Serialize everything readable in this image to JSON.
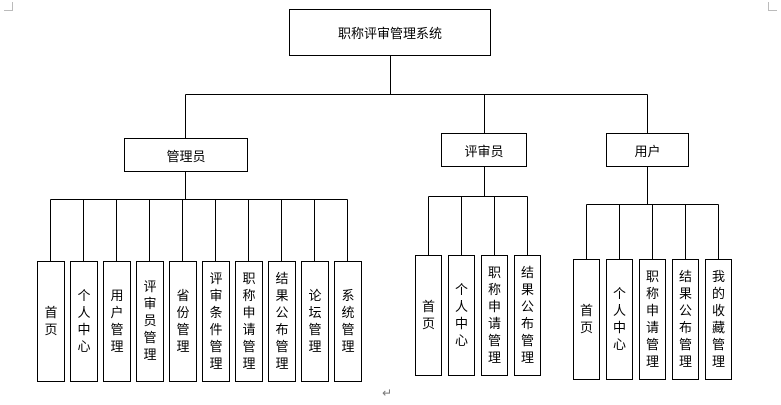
{
  "root": {
    "label": "职称评审管理系统"
  },
  "roles": [
    {
      "label": "管理员",
      "items": [
        "首页",
        "个人中心",
        "用户管理",
        "评审员管理",
        "省份管理",
        "评审条件管理",
        "职称申请管理",
        "结果公布管理",
        "论坛管理",
        "系统管理"
      ]
    },
    {
      "label": "评审员",
      "items": [
        "首页",
        "个人中心",
        "职称申请管理",
        "结果公布管理"
      ]
    },
    {
      "label": "用户",
      "items": [
        "首页",
        "个人中心",
        "职称申请管理",
        "结果公布管理",
        "我的收藏管理"
      ]
    }
  ],
  "paragraph_mark": "↵"
}
